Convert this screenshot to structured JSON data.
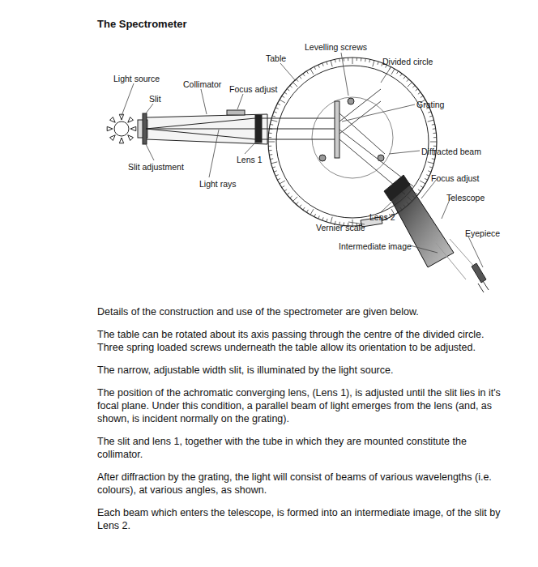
{
  "diagram": {
    "title": "The Spectrometer",
    "labels": [
      "Levelling screws",
      "Table",
      "Divided circle",
      "Light source",
      "Collimator",
      "Focus adjust",
      "Slit",
      "Grating",
      "Diffracted beam",
      "Slit adjustment",
      "Lens 1",
      "Light rays",
      "Focus adjust",
      "Telescope",
      "Lens 2",
      "Vernier scale",
      "Eyepiece",
      "Intermediate image",
      "Details of the construction and use of the spectrometer are given below.",
      "The table can be rotated about its axis passing through the centre of the divided circle. Three spring loaded screws underneath the table allow its orientation to be adjusted.",
      "The narrow, adjustable width slit, is illuminated by the light source.",
      "The position of the achromatic converging lens, (Lens 1), is adjusted until the slit lies in it's focal plane. Under this condition, a parallel beam of light emerges from the lens (and, as shown, is incident normally on the grating).",
      "The slit and lens 1, together with the tube in which they are mounted constitute the collimator.",
      "After diffraction by the grating, the light will consist of beams of various wavelengths (i.e. colours), at various angles, as shown.",
      "Each beam which enters the telescope, is formed into an intermediate image, of the slit by Lens 2."
    ]
  }
}
